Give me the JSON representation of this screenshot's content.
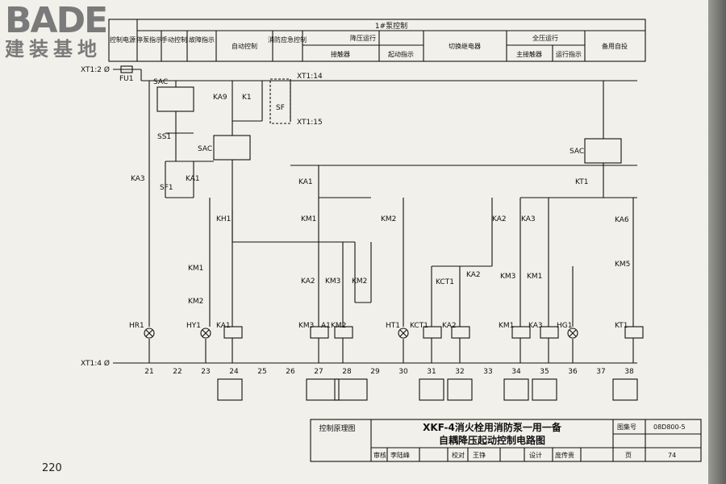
{
  "logo": {
    "brand": "BADE",
    "sub": "建装基地"
  },
  "page_number": "220",
  "header": {
    "top_title": "1#泵控制",
    "cols": [
      "控制电源",
      "停泵指示",
      "手动控制",
      "故障指示",
      "自动控制",
      "消防应急控制",
      "降压运行",
      "切换继电器",
      "全压运行",
      "备用自投"
    ],
    "sub_cols": [
      "接触器",
      "起动指示",
      "主接触器",
      "运行指示"
    ]
  },
  "terminals": {
    "t1": "XT1:2 Ø",
    "fuse": "FU1",
    "t14": "XT1:14",
    "t15": "XT1:15",
    "t4": "XT1:4 Ø"
  },
  "labels": {
    "sac1": "SAC",
    "sac2": "SAC",
    "sac3": "SAC",
    "ss1": "SS1",
    "sf1": "SF1",
    "sf": "SF",
    "ka9": "KA9",
    "k1": "K1",
    "ka3": "KA3",
    "ka1a": "KA1",
    "kh1": "KH1",
    "km1a": "KM1",
    "km2a": "KM2",
    "hr1": "HR1",
    "hy1": "HY1",
    "ka1b": "KA1",
    "ka1c": "KA1",
    "km1b": "KM1",
    "ka2a": "KA2",
    "km3a": "KM3",
    "km2b": "KM2",
    "km3b": "KM3",
    "ka1d": "A1",
    "km2c": "KM2",
    "ht1": "HT1",
    "kct1a": "KCT1",
    "kct1b": "KCT1",
    "ka2b": "KA2",
    "ka2c": "KA2",
    "ka3b": "KA3",
    "km3c": "KM3",
    "km1c": "KM1",
    "km1d": "KM1",
    "ka3c": "KA3",
    "hg1": "HG1",
    "kt1a": "KT1",
    "kt1b": "KT1",
    "ka6": "KA6",
    "km5": "KM5",
    "ka2d": "KA2"
  },
  "bottom_numbers": [
    "21",
    "22",
    "23",
    "24",
    "25",
    "26",
    "27",
    "28",
    "29",
    "30",
    "31",
    "32",
    "33",
    "34",
    "35",
    "36",
    "37",
    "38"
  ],
  "title_block": {
    "title1": "XKF-4消火栓用消防泵一用一备",
    "title2": "自耦降压起动控制电路图",
    "atlas_label": "图集号",
    "atlas_no": "08D800-5",
    "page_label": "页",
    "page_no": "74",
    "review": "审核",
    "reviewer": "李陆峰",
    "check": "校对",
    "checker": "王铮",
    "design": "设计",
    "designer": "庞传贵",
    "section": "控制原理图"
  }
}
